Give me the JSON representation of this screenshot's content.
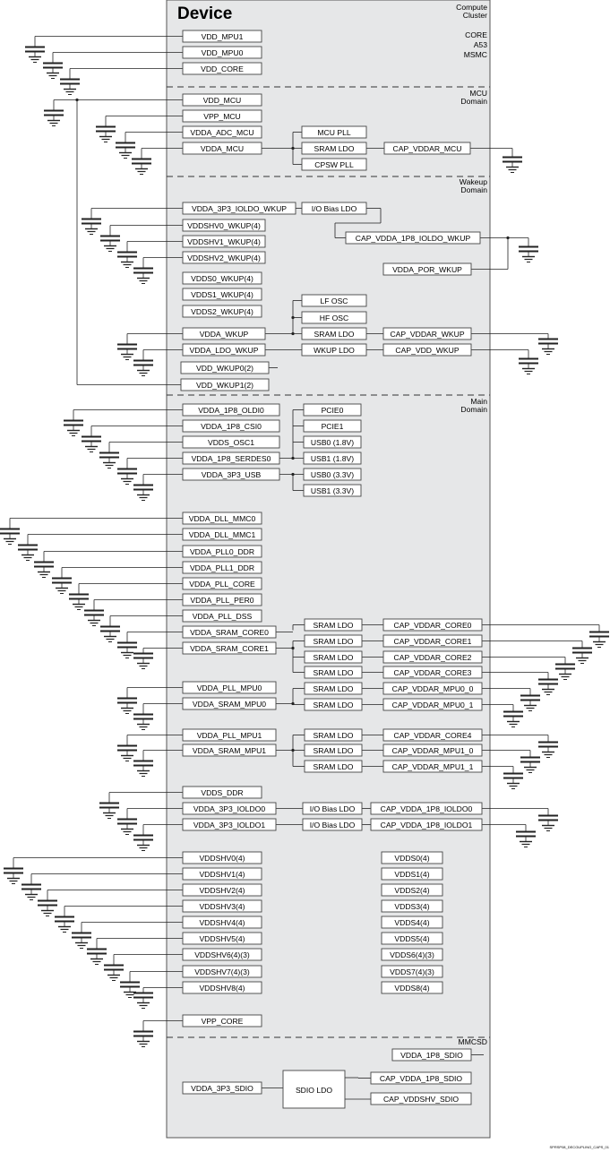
{
  "device_title": "Device",
  "figure_id": "SPRSP08_DECOUPLING_CAPS_01",
  "regions": [
    {
      "id": "compute",
      "lines": [
        "Compute",
        "Cluster"
      ]
    },
    {
      "id": "compute-sub",
      "lines": [
        "CORE",
        "A53",
        "MSMC"
      ]
    },
    {
      "id": "mcu",
      "lines": [
        "MCU",
        "Domain"
      ]
    },
    {
      "id": "wakeup",
      "lines": [
        "Wakeup",
        "Domain"
      ]
    },
    {
      "id": "main",
      "lines": [
        "Main",
        "Domain"
      ]
    },
    {
      "id": "mmcsd",
      "lines": [
        "MMCSD"
      ]
    }
  ],
  "pins": [
    {
      "id": "vdd-mpu1",
      "label": "VDD_MPU1"
    },
    {
      "id": "vdd-mpu0",
      "label": "VDD_MPU0"
    },
    {
      "id": "vdd-core",
      "label": "VDD_CORE"
    },
    {
      "id": "vdd-mcu",
      "label": "VDD_MCU"
    },
    {
      "id": "vpp-mcu",
      "label": "VPP_MCU"
    },
    {
      "id": "vdda-adc-mcu",
      "label": "VDDA_ADC_MCU"
    },
    {
      "id": "vdda-mcu",
      "label": "VDDA_MCU"
    },
    {
      "id": "vdda-3p3-ioldo-wkup",
      "label": "VDDA_3P3_IOLDO_WKUP"
    },
    {
      "id": "vddshv0-wkup",
      "label": "VDDSHV0_WKUP(4)"
    },
    {
      "id": "vddshv1-wkup",
      "label": "VDDSHV1_WKUP(4)"
    },
    {
      "id": "vddshv2-wkup",
      "label": "VDDSHV2_WKUP(4)"
    },
    {
      "id": "vdds0-wkup",
      "label": "VDDS0_WKUP(4)"
    },
    {
      "id": "vdds1-wkup",
      "label": "VDDS1_WKUP(4)"
    },
    {
      "id": "vdds2-wkup",
      "label": "VDDS2_WKUP(4)"
    },
    {
      "id": "vdda-wkup",
      "label": "VDDA_WKUP"
    },
    {
      "id": "vdda-ldo-wkup",
      "label": "VDDA_LDO_WKUP"
    },
    {
      "id": "vdd-wkup0",
      "label": "VDD_WKUP0(2)"
    },
    {
      "id": "vdd-wkup1",
      "label": "VDD_WKUP1(2)"
    },
    {
      "id": "vdda-por-wkup",
      "label": "VDDA_POR_WKUP"
    },
    {
      "id": "vdda-1p8-oldi0",
      "label": "VDDA_1P8_OLDI0"
    },
    {
      "id": "vdda-1p8-csi0",
      "label": "VDDA_1P8_CSI0"
    },
    {
      "id": "vdds-osc1",
      "label": "VDDS_OSC1"
    },
    {
      "id": "vdda-1p8-serdes0",
      "label": "VDDA_1P8_SERDES0"
    },
    {
      "id": "vdda-3p3-usb",
      "label": "VDDA_3P3_USB"
    },
    {
      "id": "vdda-dll-mmc0",
      "label": "VDDA_DLL_MMC0"
    },
    {
      "id": "vdda-dll-mmc1",
      "label": "VDDA_DLL_MMC1"
    },
    {
      "id": "vdda-pll0-ddr",
      "label": "VDDA_PLL0_DDR"
    },
    {
      "id": "vdda-pll1-ddr",
      "label": "VDDA_PLL1_DDR"
    },
    {
      "id": "vdda-pll-core",
      "label": "VDDA_PLL_CORE"
    },
    {
      "id": "vdda-pll-per0",
      "label": "VDDA_PLL_PER0"
    },
    {
      "id": "vdda-pll-dss",
      "label": "VDDA_PLL_DSS"
    },
    {
      "id": "vdda-sram-core0",
      "label": "VDDA_SRAM_CORE0"
    },
    {
      "id": "vdda-sram-core1",
      "label": "VDDA_SRAM_CORE1"
    },
    {
      "id": "vdda-pll-mpu0",
      "label": "VDDA_PLL_MPU0"
    },
    {
      "id": "vdda-sram-mpu0",
      "label": "VDDA_SRAM_MPU0"
    },
    {
      "id": "vdda-pll-mpu1",
      "label": "VDDA_PLL_MPU1"
    },
    {
      "id": "vdda-sram-mpu1",
      "label": "VDDA_SRAM_MPU1"
    },
    {
      "id": "vdds-ddr",
      "label": "VDDS_DDR"
    },
    {
      "id": "vdda-3p3-ioldo0",
      "label": "VDDA_3P3_IOLDO0"
    },
    {
      "id": "vdda-3p3-ioldo1",
      "label": "VDDA_3P3_IOLDO1"
    },
    {
      "id": "vddshv0",
      "label": "VDDSHV0(4)"
    },
    {
      "id": "vddshv1",
      "label": "VDDSHV1(4)"
    },
    {
      "id": "vddshv2",
      "label": "VDDSHV2(4)"
    },
    {
      "id": "vddshv3",
      "label": "VDDSHV3(4)"
    },
    {
      "id": "vddshv4",
      "label": "VDDSHV4(4)"
    },
    {
      "id": "vddshv5",
      "label": "VDDSHV5(4)"
    },
    {
      "id": "vddshv6",
      "label": "VDDSHV6(4)(3)"
    },
    {
      "id": "vddshv7",
      "label": "VDDSHV7(4)(3)"
    },
    {
      "id": "vddshv8",
      "label": "VDDSHV8(4)"
    },
    {
      "id": "vpp-core",
      "label": "VPP_CORE"
    },
    {
      "id": "vdds0",
      "label": "VDDS0(4)"
    },
    {
      "id": "vdds1",
      "label": "VDDS1(4)"
    },
    {
      "id": "vdds2",
      "label": "VDDS2(4)"
    },
    {
      "id": "vdds3",
      "label": "VDDS3(4)"
    },
    {
      "id": "vdds4",
      "label": "VDDS4(4)"
    },
    {
      "id": "vdds5",
      "label": "VDDS5(4)"
    },
    {
      "id": "vdds6",
      "label": "VDDS6(4)(3)"
    },
    {
      "id": "vdds7",
      "label": "VDDS7(4)(3)"
    },
    {
      "id": "vdds8",
      "label": "VDDS8(4)"
    },
    {
      "id": "vdda-1p8-sdio",
      "label": "VDDA_1P8_SDIO"
    },
    {
      "id": "vdda-3p3-sdio",
      "label": "VDDA_3P3_SDIO"
    }
  ],
  "blocks": [
    {
      "id": "mcu-pll",
      "label": "MCU PLL"
    },
    {
      "id": "mcu-sram-ldo",
      "label": "SRAM LDO"
    },
    {
      "id": "cpsw-pll",
      "label": "CPSW PLL"
    },
    {
      "id": "wkup-io-bias-ldo",
      "label": "I/O Bias LDO"
    },
    {
      "id": "lf-osc",
      "label": "LF OSC"
    },
    {
      "id": "hf-osc",
      "label": "HF OSC"
    },
    {
      "id": "wkup-sram-ldo",
      "label": "SRAM LDO"
    },
    {
      "id": "wkup-ldo",
      "label": "WKUP LDO"
    },
    {
      "id": "pcie0",
      "label": "PCIE0"
    },
    {
      "id": "pcie1",
      "label": "PCIE1"
    },
    {
      "id": "usb0-1v8",
      "label": "USB0 (1.8V)"
    },
    {
      "id": "usb1-1v8",
      "label": "USB1 (1.8V)"
    },
    {
      "id": "usb0-3v3",
      "label": "USB0 (3.3V)"
    },
    {
      "id": "usb1-3v3",
      "label": "USB1 (3.3V)"
    },
    {
      "id": "sram-ldo-1",
      "label": "SRAM LDO"
    },
    {
      "id": "sram-ldo-2",
      "label": "SRAM LDO"
    },
    {
      "id": "sram-ldo-3",
      "label": "SRAM LDO"
    },
    {
      "id": "sram-ldo-4",
      "label": "SRAM LDO"
    },
    {
      "id": "sram-ldo-5",
      "label": "SRAM LDO"
    },
    {
      "id": "sram-ldo-6",
      "label": "SRAM LDO"
    },
    {
      "id": "sram-ldo-7",
      "label": "SRAM LDO"
    },
    {
      "id": "sram-ldo-8",
      "label": "SRAM LDO"
    },
    {
      "id": "sram-ldo-9",
      "label": "SRAM LDO"
    },
    {
      "id": "io-bias-ldo-0",
      "label": "I/O Bias LDO"
    },
    {
      "id": "io-bias-ldo-1",
      "label": "I/O Bias LDO"
    },
    {
      "id": "sdio-ldo",
      "label": "SDIO LDO"
    }
  ],
  "caps": [
    {
      "id": "cap-vddar-mcu",
      "label": "CAP_VDDAR_MCU"
    },
    {
      "id": "cap-vdda-1p8-ioldo-wkup",
      "label": "CAP_VDDA_1P8_IOLDO_WKUP"
    },
    {
      "id": "cap-vddar-wkup",
      "label": "CAP_VDDAR_WKUP"
    },
    {
      "id": "cap-vdd-wkup",
      "label": "CAP_VDD_WKUP"
    },
    {
      "id": "cap-vddar-core0",
      "label": "CAP_VDDAR_CORE0"
    },
    {
      "id": "cap-vddar-core1",
      "label": "CAP_VDDAR_CORE1"
    },
    {
      "id": "cap-vddar-core2",
      "label": "CAP_VDDAR_CORE2"
    },
    {
      "id": "cap-vddar-core3",
      "label": "CAP_VDDAR_CORE3"
    },
    {
      "id": "cap-vddar-mpu0-0",
      "label": "CAP_VDDAR_MPU0_0"
    },
    {
      "id": "cap-vddar-mpu0-1",
      "label": "CAP_VDDAR_MPU0_1"
    },
    {
      "id": "cap-vddar-core4",
      "label": "CAP_VDDAR_CORE4"
    },
    {
      "id": "cap-vddar-mpu1-0",
      "label": "CAP_VDDAR_MPU1_0"
    },
    {
      "id": "cap-vddar-mpu1-1",
      "label": "CAP_VDDAR_MPU1_1"
    },
    {
      "id": "cap-vdda-1p8-ioldo0",
      "label": "CAP_VDDA_1P8_IOLDO0"
    },
    {
      "id": "cap-vdda-1p8-ioldo1",
      "label": "CAP_VDDA_1P8_IOLDO1"
    },
    {
      "id": "cap-vdda-1p8-sdio",
      "label": "CAP_VDDA_1P8_SDIO"
    },
    {
      "id": "cap-vddshv-sdio",
      "label": "CAP_VDDSHV_SDIO"
    }
  ]
}
